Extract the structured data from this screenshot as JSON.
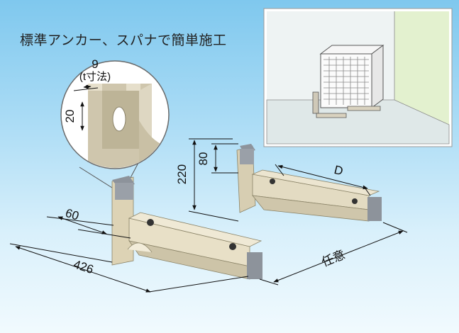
{
  "headline": "標準アンカー、スパナで簡単施工",
  "detail": {
    "dim_top": "9",
    "dim_top_note": "(t寸法)",
    "dim_side": "20"
  },
  "dimensions": {
    "height_total": "220",
    "height_upper": "80",
    "depth": "D",
    "width": "60",
    "length": "426",
    "spacing": "任意"
  }
}
